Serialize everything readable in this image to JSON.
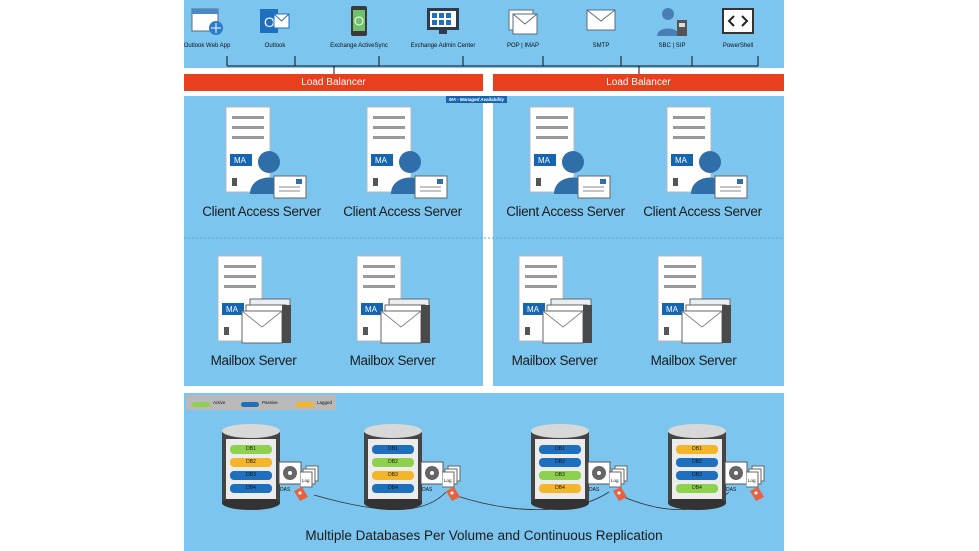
{
  "clients": [
    {
      "label": "Outlook Web App",
      "icon": "outlook-web-app-icon"
    },
    {
      "label": "Outlook",
      "icon": "outlook-icon"
    },
    {
      "label": "Exchange ActiveSync",
      "icon": "exchange-activesync-icon"
    },
    {
      "label": "Exchange Admin Center",
      "icon": "exchange-admin-center-icon"
    },
    {
      "label": "POP | IMAP",
      "icon": "pop-imap-icon"
    },
    {
      "label": "SMTP",
      "icon": "smtp-icon"
    },
    {
      "label": "SBC | SIP",
      "icon": "sbc-sip-icon"
    },
    {
      "label": "PowerShell",
      "icon": "powershell-icon"
    }
  ],
  "load_balancers": [
    "Load Balancer",
    "Load Balancer"
  ],
  "ma_tag": "MA - Managed Availability",
  "server_badge": "MA",
  "client_access": [
    "Client Access Server",
    "Client Access Server",
    "Client Access Server",
    "Client Access Server"
  ],
  "mailbox": [
    "Mailbox Server",
    "Mailbox Server",
    "Mailbox Server",
    "Mailbox Server"
  ],
  "legend": [
    "Active",
    "Passive",
    "Lagged"
  ],
  "databases": [
    {
      "dbs": [
        "DB1",
        "DB2",
        "DB3",
        "DB4"
      ],
      "states": [
        "active",
        "lagged",
        "passive",
        "passive"
      ]
    },
    {
      "dbs": [
        "DB1",
        "DB2",
        "DB3",
        "DB4"
      ],
      "states": [
        "passive",
        "active",
        "lagged",
        "passive"
      ]
    },
    {
      "dbs": [
        "DB1",
        "DB2",
        "DB3",
        "DB4"
      ],
      "states": [
        "passive",
        "passive",
        "active",
        "lagged"
      ]
    },
    {
      "dbs": [
        "DB1",
        "DB2",
        "DB3",
        "DB4"
      ],
      "states": [
        "lagged",
        "passive",
        "passive",
        "active"
      ]
    }
  ],
  "volume_label": "DAS",
  "log_label": "Log",
  "footer": "Multiple Databases Per Volume and Continuous Replication",
  "colors": {
    "panel": "#7bc5ef",
    "load_balancer": "#e8401c",
    "active": "#8ed14f",
    "passive": "#1f6fbf",
    "lagged": "#f3b62a"
  }
}
